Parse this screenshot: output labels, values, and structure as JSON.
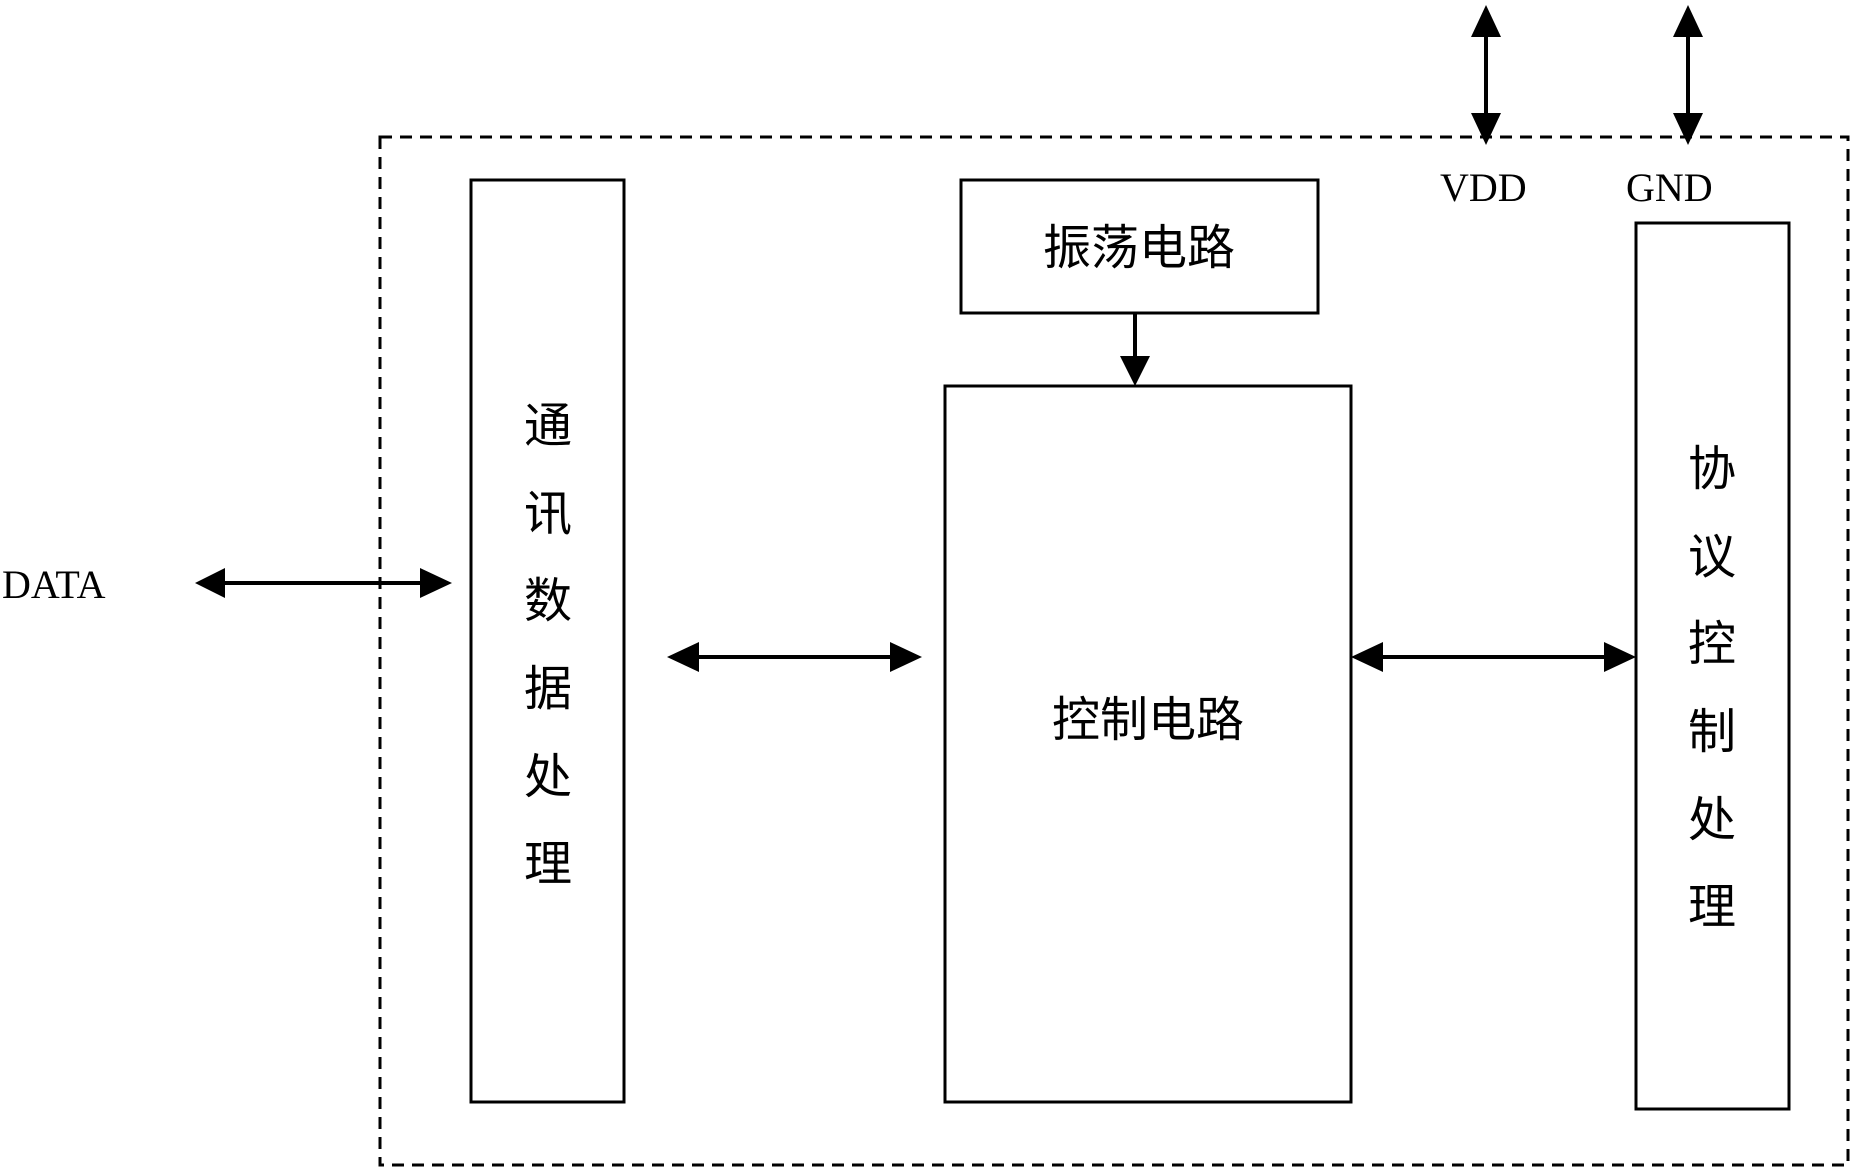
{
  "diagram": {
    "signals": {
      "data": "DATA",
      "vdd": "VDD",
      "gnd": "GND"
    },
    "blocks": {
      "comm": {
        "chars": [
          "通",
          "讯",
          "数",
          "据",
          "处",
          "理"
        ]
      },
      "oscillator": {
        "label": "振荡电路"
      },
      "control": {
        "label": "控制电路"
      },
      "protocol": {
        "chars": [
          "协",
          "议",
          "控",
          "制",
          "处",
          "理"
        ]
      }
    },
    "connections": [
      {
        "from": "DATA",
        "to": "comm",
        "direction": "bidirectional"
      },
      {
        "from": "comm",
        "to": "control",
        "direction": "bidirectional"
      },
      {
        "from": "oscillator",
        "to": "control",
        "direction": "one-way"
      },
      {
        "from": "control",
        "to": "protocol",
        "direction": "bidirectional"
      },
      {
        "from": "VDD",
        "to": "chip",
        "direction": "bidirectional"
      },
      {
        "from": "GND",
        "to": "chip",
        "direction": "bidirectional"
      }
    ]
  }
}
